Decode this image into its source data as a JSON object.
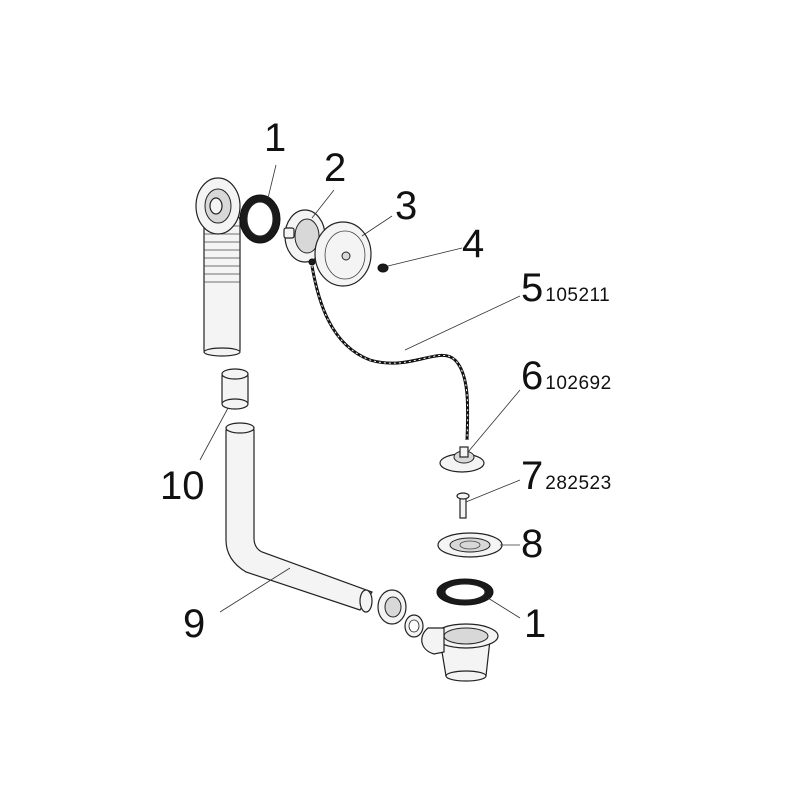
{
  "callouts": [
    {
      "num": "1",
      "code": ""
    },
    {
      "num": "2",
      "code": ""
    },
    {
      "num": "3",
      "code": ""
    },
    {
      "num": "4",
      "code": ""
    },
    {
      "num": "5",
      "code": "105211"
    },
    {
      "num": "6",
      "code": "102692"
    },
    {
      "num": "7",
      "code": "282523"
    },
    {
      "num": "8",
      "code": ""
    },
    {
      "num": "9",
      "code": ""
    },
    {
      "num": "10",
      "code": ""
    },
    {
      "num": "1",
      "code": ""
    }
  ],
  "colors": {
    "line": "#222222",
    "fill": "#f4f4f4",
    "gasket": "#1a1a1a"
  }
}
